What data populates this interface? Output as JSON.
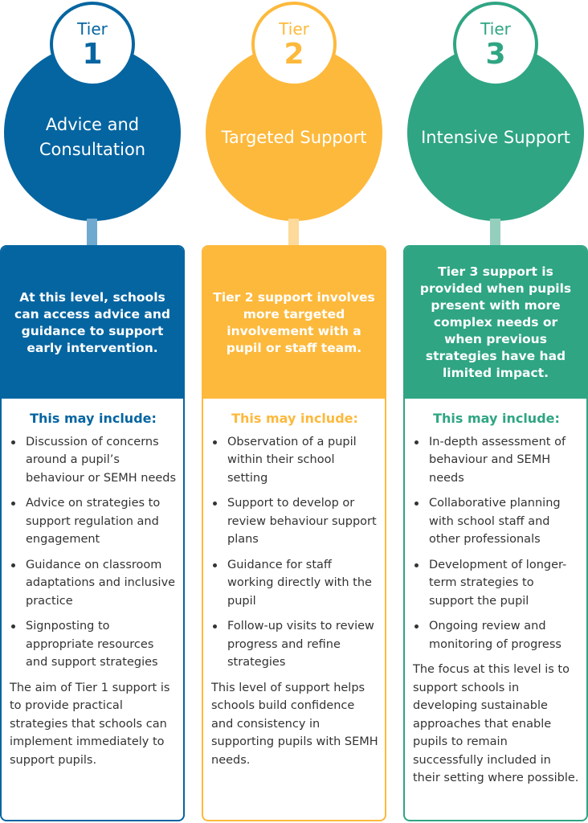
{
  "colors": {
    "tier1": "#0565a1",
    "tier2": "#fdb93c",
    "tier3": "#2fa583"
  },
  "tiers": [
    {
      "label": "Tier",
      "number": "1",
      "title": "Advice and Consultation",
      "summary": "At this level, schools can access advice and guidance to support early intervention.",
      "include_heading": "This may include:",
      "items": [
        "Discussion of concerns around a pupil’s behaviour or SEMH needs",
        "Advice on strategies to support regulation and engagement",
        "Guidance on classroom adaptations and inclusive practice",
        "Signposting to appropriate resources and support strategies"
      ],
      "footer": "The aim of Tier 1 support is to provide practical strategies that schools can implement immediately to support pupils."
    },
    {
      "label": "Tier",
      "number": "2",
      "title": "Targeted Support",
      "summary": "Tier 2 support involves more targeted involvement with a pupil or staff team.",
      "include_heading": "This may include:",
      "items": [
        "Observation of a pupil within their school setting",
        "Support to develop or review behaviour support plans",
        "Guidance for staff working directly with the pupil",
        "Follow-up visits to review progress and refine strategies"
      ],
      "footer": "This level of support helps schools build confidence and consistency in supporting pupils with SEMH needs."
    },
    {
      "label": "Tier",
      "number": "3",
      "title": "Intensive Support",
      "summary": "Tier 3 support is provided when pupils present with more complex needs or when previous strategies have had limited impact.",
      "include_heading": "This may include:",
      "items": [
        "In-depth assessment of behaviour and SEMH needs",
        "Collaborative planning with school staff and other professionals",
        "Development of longer-term strategies to support the pupil",
        "Ongoing review and monitoring of progress"
      ],
      "footer": "The focus at this level is to support schools in developing sustainable approaches that enable pupils to remain successfully included in their setting where possible."
    }
  ]
}
